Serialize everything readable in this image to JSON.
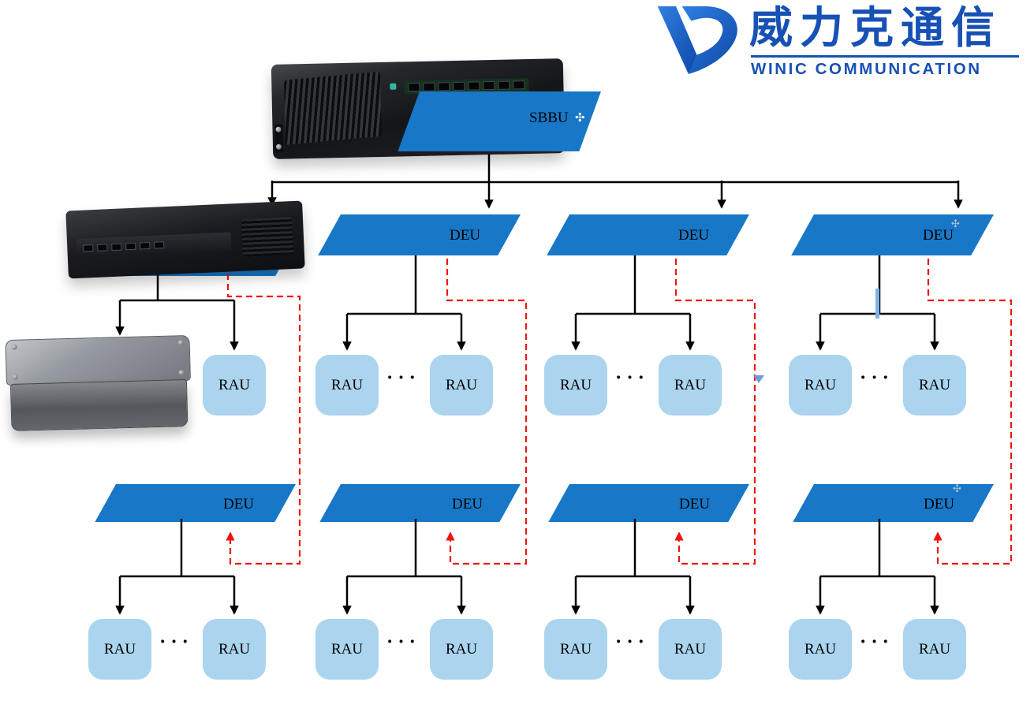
{
  "logo": {
    "company_cn": "威力克通信",
    "company_en": "WINIC COMMUNICATION"
  },
  "labels": {
    "sbbu": "SBBU",
    "deu": "DEU",
    "rau": "RAU",
    "dots": "···",
    "sbbu_star": "✣"
  },
  "colors": {
    "unit_blue": "#1878c7",
    "rau_fill": "#abd4ee",
    "connector_black": "#000000",
    "cascade_red": "#ee1511",
    "brand_blue": "#1751b5"
  }
}
